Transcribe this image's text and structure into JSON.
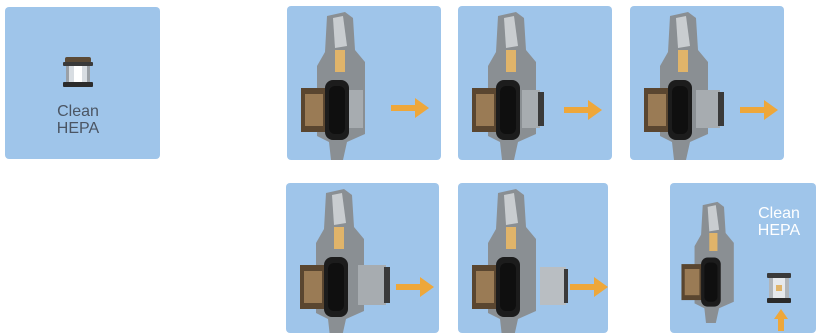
{
  "filter_tile": {
    "icon": "hepa-filter-icon",
    "label_line1": "Clean",
    "label_line2": "HEPA"
  },
  "steps": [
    {
      "step": 1,
      "filter_pulled_out": 0.0
    },
    {
      "step": 2,
      "filter_pulled_out": 0.2
    },
    {
      "step": 3,
      "filter_pulled_out": 0.4
    },
    {
      "step": 4,
      "filter_pulled_out": 0.6
    },
    {
      "step": 5,
      "filter_pulled_out": 0.8
    },
    {
      "step": 6,
      "label_line1": "Clean",
      "label_line2": "HEPA"
    }
  ],
  "colors": {
    "tile_bg": "#9fc5ea",
    "arrow": "#eea73a",
    "label_dark": "#4b5563",
    "label_light": "#ffffff"
  }
}
